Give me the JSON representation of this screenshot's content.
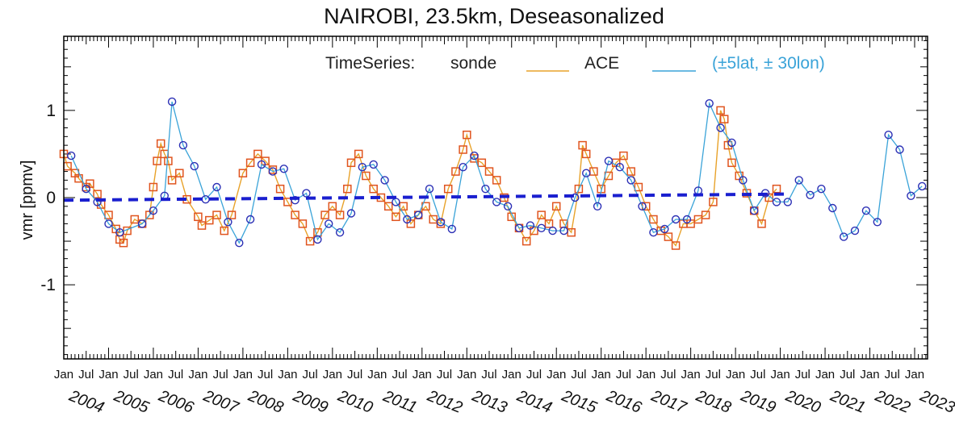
{
  "chart_data": {
    "type": "line",
    "title": "NAIROBI, 23.5km, Deseasonalized",
    "ylabel": "vmr [ppmv]",
    "xlabel": "",
    "xlim": [
      "2004-01-01",
      "2023-04-15"
    ],
    "ylim": [
      -1.85,
      1.85
    ],
    "yticks": [
      -1,
      0,
      1
    ],
    "grid": false,
    "legend_placement": "top-right",
    "legend": {
      "prefix": "TimeSeries:",
      "sonde": "sonde",
      "ace": "ACE",
      "range": "(±5lat, ± 30lon)"
    },
    "month_ticks": [
      "Jan",
      "Jul"
    ],
    "years": [
      "2004",
      "2005",
      "2006",
      "2007",
      "2008",
      "2009",
      "2010",
      "2011",
      "2012",
      "2013",
      "2014",
      "2015",
      "2016",
      "2017",
      "2018",
      "2019",
      "2020",
      "2021",
      "2022",
      "2023"
    ],
    "colors": {
      "sonde_line": "#e8a22a",
      "sonde_marker": "#e0541e",
      "ace_line": "#3aa3d8",
      "ace_marker": "#2b2fb5",
      "trend": "#1a1fcf",
      "range_text": "#3aa3d8"
    },
    "series": [
      {
        "name": "sonde",
        "style": "line+square",
        "points": [
          [
            "2004-01",
            0.5
          ],
          [
            "2004-02",
            0.36
          ],
          [
            "2004-04",
            0.28
          ],
          [
            "2004-05",
            0.22
          ],
          [
            "2004-07",
            0.12
          ],
          [
            "2004-08",
            0.16
          ],
          [
            "2004-10",
            0.04
          ],
          [
            "2004-11",
            -0.08
          ],
          [
            "2005-01",
            -0.2
          ],
          [
            "2005-03",
            -0.36
          ],
          [
            "2005-04",
            -0.48
          ],
          [
            "2005-05",
            -0.52
          ],
          [
            "2005-06",
            -0.38
          ],
          [
            "2005-08",
            -0.25
          ],
          [
            "2005-10",
            -0.3
          ],
          [
            "2005-12",
            -0.2
          ],
          [
            "2006-01",
            0.12
          ],
          [
            "2006-02",
            0.42
          ],
          [
            "2006-03",
            0.62
          ],
          [
            "2006-04",
            0.5
          ],
          [
            "2006-05",
            0.42
          ],
          [
            "2006-06",
            0.2
          ],
          [
            "2006-08",
            0.28
          ],
          [
            "2006-10",
            -0.02
          ],
          [
            "2007-01",
            -0.22
          ],
          [
            "2007-02",
            -0.32
          ],
          [
            "2007-04",
            -0.26
          ],
          [
            "2007-06",
            -0.2
          ],
          [
            "2007-08",
            -0.38
          ],
          [
            "2007-10",
            -0.2
          ],
          [
            "2008-01",
            0.28
          ],
          [
            "2008-03",
            0.4
          ],
          [
            "2008-05",
            0.5
          ],
          [
            "2008-07",
            0.42
          ],
          [
            "2008-09",
            0.32
          ],
          [
            "2008-11",
            0.1
          ],
          [
            "2009-01",
            -0.05
          ],
          [
            "2009-03",
            -0.2
          ],
          [
            "2009-05",
            -0.3
          ],
          [
            "2009-07",
            -0.5
          ],
          [
            "2009-09",
            -0.4
          ],
          [
            "2009-11",
            -0.2
          ],
          [
            "2010-01",
            -0.1
          ],
          [
            "2010-03",
            -0.2
          ],
          [
            "2010-05",
            0.1
          ],
          [
            "2010-06",
            0.4
          ],
          [
            "2010-08",
            0.5
          ],
          [
            "2010-10",
            0.25
          ],
          [
            "2010-12",
            0.1
          ],
          [
            "2011-02",
            0.0
          ],
          [
            "2011-04",
            -0.1
          ],
          [
            "2011-06",
            -0.22
          ],
          [
            "2011-08",
            -0.1
          ],
          [
            "2011-10",
            -0.3
          ],
          [
            "2011-12",
            -0.2
          ],
          [
            "2012-02",
            -0.1
          ],
          [
            "2012-04",
            -0.25
          ],
          [
            "2012-06",
            -0.3
          ],
          [
            "2012-08",
            0.1
          ],
          [
            "2012-10",
            0.3
          ],
          [
            "2012-12",
            0.55
          ],
          [
            "2013-01",
            0.72
          ],
          [
            "2013-03",
            0.45
          ],
          [
            "2013-05",
            0.4
          ],
          [
            "2013-07",
            0.3
          ],
          [
            "2013-09",
            0.2
          ],
          [
            "2013-11",
            0.0
          ],
          [
            "2014-01",
            -0.22
          ],
          [
            "2014-03",
            -0.35
          ],
          [
            "2014-05",
            -0.5
          ],
          [
            "2014-07",
            -0.38
          ],
          [
            "2014-09",
            -0.2
          ],
          [
            "2014-11",
            -0.3
          ],
          [
            "2015-01",
            -0.1
          ],
          [
            "2015-03",
            -0.3
          ],
          [
            "2015-05",
            -0.4
          ],
          [
            "2015-07",
            0.1
          ],
          [
            "2015-08",
            0.6
          ],
          [
            "2015-09",
            0.5
          ],
          [
            "2015-11",
            0.3
          ],
          [
            "2016-01",
            0.1
          ],
          [
            "2016-03",
            0.25
          ],
          [
            "2016-05",
            0.4
          ],
          [
            "2016-07",
            0.48
          ],
          [
            "2016-09",
            0.3
          ],
          [
            "2016-11",
            0.12
          ],
          [
            "2017-01",
            -0.1
          ],
          [
            "2017-03",
            -0.25
          ],
          [
            "2017-05",
            -0.38
          ],
          [
            "2017-07",
            -0.45
          ],
          [
            "2017-09",
            -0.55
          ],
          [
            "2017-11",
            -0.3
          ],
          [
            "2018-01",
            -0.3
          ],
          [
            "2018-03",
            -0.25
          ],
          [
            "2018-05",
            -0.2
          ],
          [
            "2018-07",
            -0.05
          ],
          [
            "2018-09",
            1.0
          ],
          [
            "2018-10",
            0.9
          ],
          [
            "2018-11",
            0.6
          ],
          [
            "2018-12",
            0.4
          ],
          [
            "2019-02",
            0.25
          ],
          [
            "2019-04",
            0.05
          ],
          [
            "2019-06",
            -0.15
          ],
          [
            "2019-08",
            -0.3
          ],
          [
            "2019-10",
            0.0
          ],
          [
            "2019-12",
            0.1
          ]
        ]
      },
      {
        "name": "ACE",
        "style": "line+circle",
        "points": [
          [
            "2004-03",
            0.48
          ],
          [
            "2004-07",
            0.1
          ],
          [
            "2004-10",
            -0.05
          ],
          [
            "2005-01",
            -0.3
          ],
          [
            "2005-04",
            -0.4
          ],
          [
            "2005-10",
            -0.3
          ],
          [
            "2006-01",
            -0.15
          ],
          [
            "2006-04",
            0.02
          ],
          [
            "2006-06",
            1.1
          ],
          [
            "2006-09",
            0.6
          ],
          [
            "2006-12",
            0.36
          ],
          [
            "2007-03",
            -0.02
          ],
          [
            "2007-06",
            0.12
          ],
          [
            "2007-09",
            -0.28
          ],
          [
            "2007-12",
            -0.52
          ],
          [
            "2008-03",
            -0.25
          ],
          [
            "2008-06",
            0.38
          ],
          [
            "2008-09",
            0.3
          ],
          [
            "2008-12",
            0.33
          ],
          [
            "2009-03",
            -0.03
          ],
          [
            "2009-06",
            0.05
          ],
          [
            "2009-09",
            -0.48
          ],
          [
            "2009-12",
            -0.3
          ],
          [
            "2010-03",
            -0.4
          ],
          [
            "2010-06",
            -0.18
          ],
          [
            "2010-09",
            0.35
          ],
          [
            "2010-12",
            0.38
          ],
          [
            "2011-03",
            0.2
          ],
          [
            "2011-06",
            -0.05
          ],
          [
            "2011-09",
            -0.25
          ],
          [
            "2011-12",
            -0.2
          ],
          [
            "2012-03",
            0.1
          ],
          [
            "2012-06",
            -0.28
          ],
          [
            "2012-09",
            -0.36
          ],
          [
            "2012-12",
            0.35
          ],
          [
            "2013-03",
            0.48
          ],
          [
            "2013-06",
            0.1
          ],
          [
            "2013-09",
            -0.05
          ],
          [
            "2013-12",
            -0.1
          ],
          [
            "2014-03",
            -0.35
          ],
          [
            "2014-06",
            -0.32
          ],
          [
            "2014-09",
            -0.35
          ],
          [
            "2014-12",
            -0.38
          ],
          [
            "2015-03",
            -0.38
          ],
          [
            "2015-06",
            0.0
          ],
          [
            "2015-09",
            0.28
          ],
          [
            "2015-12",
            -0.1
          ],
          [
            "2016-03",
            0.42
          ],
          [
            "2016-06",
            0.35
          ],
          [
            "2016-09",
            0.2
          ],
          [
            "2016-12",
            -0.1
          ],
          [
            "2017-03",
            -0.4
          ],
          [
            "2017-06",
            -0.36
          ],
          [
            "2017-09",
            -0.25
          ],
          [
            "2017-12",
            -0.25
          ],
          [
            "2018-03",
            0.08
          ],
          [
            "2018-06",
            1.08
          ],
          [
            "2018-09",
            0.8
          ],
          [
            "2018-12",
            0.63
          ],
          [
            "2019-03",
            0.2
          ],
          [
            "2019-06",
            -0.15
          ],
          [
            "2019-09",
            0.05
          ],
          [
            "2019-12",
            -0.05
          ],
          [
            "2020-03",
            -0.05
          ],
          [
            "2020-06",
            0.2
          ],
          [
            "2020-09",
            0.03
          ],
          [
            "2020-12",
            0.1
          ],
          [
            "2021-03",
            -0.12
          ],
          [
            "2021-06",
            -0.45
          ],
          [
            "2021-09",
            -0.38
          ],
          [
            "2021-12",
            -0.15
          ],
          [
            "2022-03",
            -0.28
          ],
          [
            "2022-06",
            0.72
          ],
          [
            "2022-09",
            0.55
          ],
          [
            "2022-12",
            0.02
          ],
          [
            "2023-03",
            0.13
          ]
        ]
      },
      {
        "name": "trend",
        "style": "dashed",
        "points": [
          [
            "2004-01",
            -0.03
          ],
          [
            "2020-02",
            0.04
          ]
        ]
      }
    ]
  }
}
